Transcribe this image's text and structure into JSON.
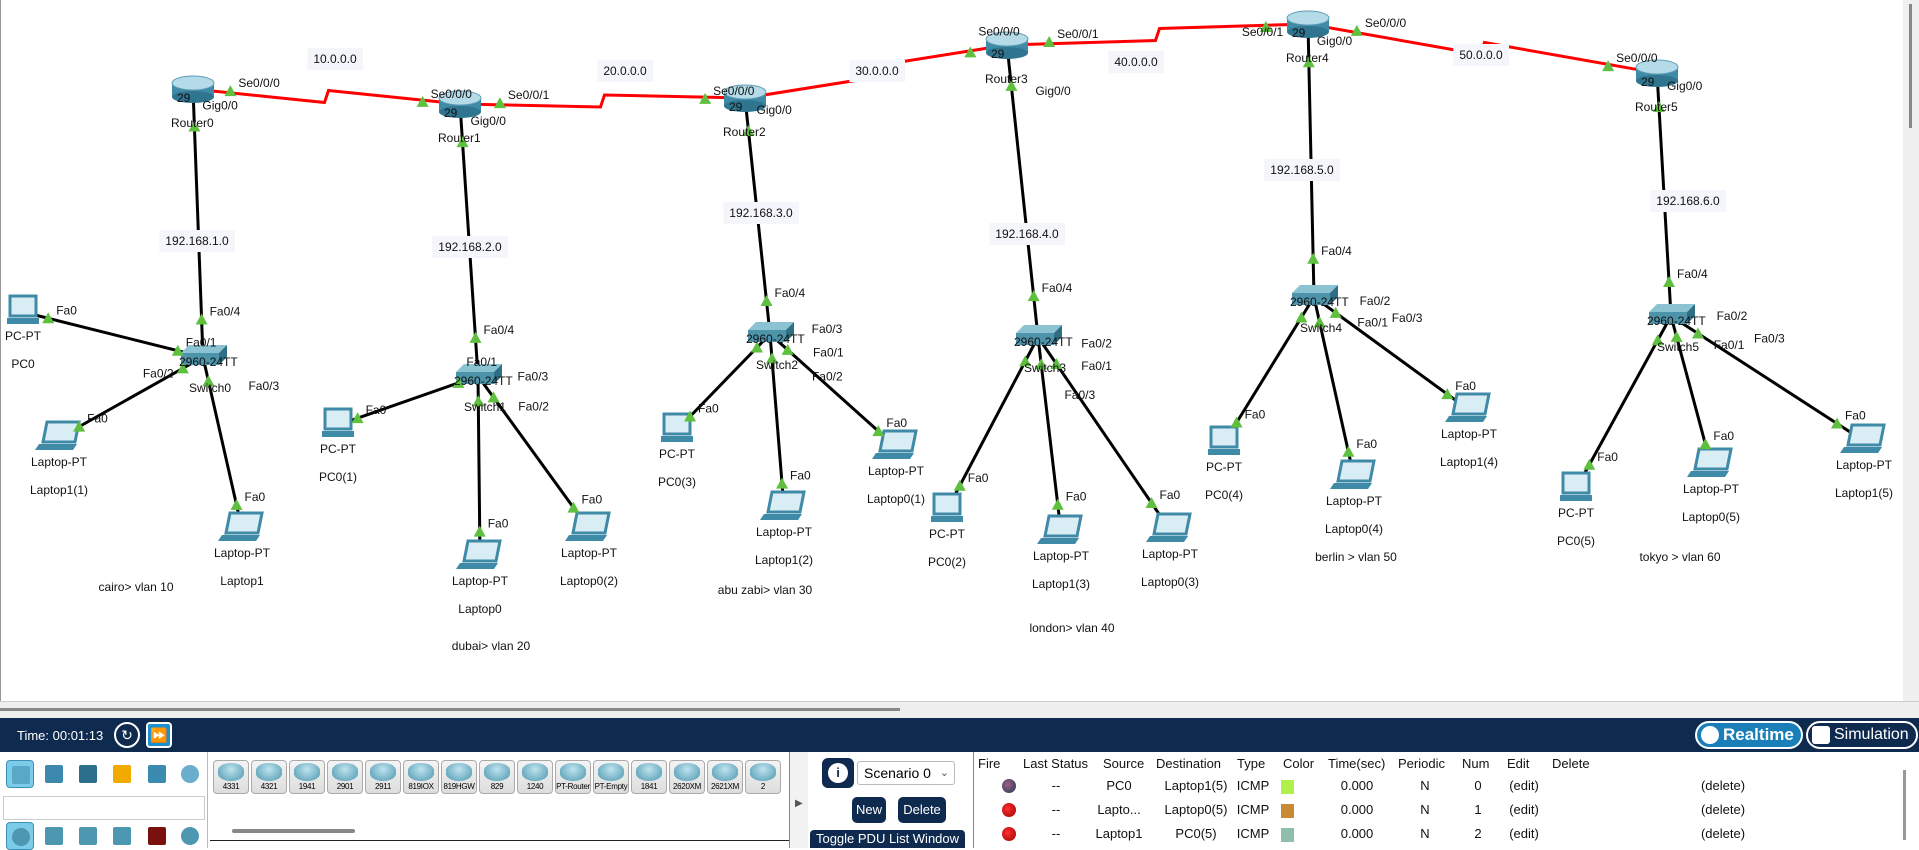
{
  "topology": {
    "devices": [
      {
        "id": "router0",
        "type": "router",
        "model": "29",
        "name": "Router0"
      },
      {
        "id": "router1",
        "type": "router",
        "model": "29",
        "name": "Router1"
      },
      {
        "id": "router2",
        "type": "router",
        "model": "29",
        "name": "Router2"
      },
      {
        "id": "router3",
        "type": "router",
        "model": "29",
        "name": "Router3"
      },
      {
        "id": "router4",
        "type": "router",
        "model": "29",
        "name": "Router4"
      },
      {
        "id": "router5",
        "type": "router",
        "model": "29",
        "name": "Router5"
      },
      {
        "id": "switch0",
        "type": "switch",
        "model": "2960-24TT",
        "name": "Switch0"
      },
      {
        "id": "switch1",
        "type": "switch",
        "model": "2960-24TT",
        "name": "Switch1"
      },
      {
        "id": "switch2",
        "type": "switch",
        "model": "2960-24TT",
        "name": "Switch2"
      },
      {
        "id": "switch3",
        "type": "switch",
        "model": "2960-24TT",
        "name": "Switch3"
      },
      {
        "id": "switch4",
        "type": "switch",
        "model": "2960-24TT",
        "name": "Switch4"
      },
      {
        "id": "switch5",
        "type": "switch",
        "model": "2960-24TT",
        "name": "Switch5"
      },
      {
        "id": "pc0",
        "type": "pc",
        "model": "PC-PT",
        "name": "PC0"
      },
      {
        "id": "laptop1_1",
        "type": "laptop",
        "model": "Laptop-PT",
        "name": "Laptop1(1)"
      },
      {
        "id": "laptop1",
        "type": "laptop",
        "model": "Laptop-PT",
        "name": "Laptop1"
      },
      {
        "id": "pc0_1",
        "type": "pc",
        "model": "PC-PT",
        "name": "PC0(1)"
      },
      {
        "id": "laptop0",
        "type": "laptop",
        "model": "Laptop-PT",
        "name": "Laptop0"
      },
      {
        "id": "laptop0_2",
        "type": "laptop",
        "model": "Laptop-PT",
        "name": "Laptop0(2)"
      },
      {
        "id": "pc0_3",
        "type": "pc",
        "model": "PC-PT",
        "name": "PC0(3)"
      },
      {
        "id": "laptop1_2",
        "type": "laptop",
        "model": "Laptop-PT",
        "name": "Laptop1(2)"
      },
      {
        "id": "laptop0_1",
        "type": "laptop",
        "model": "Laptop-PT",
        "name": "Laptop0(1)"
      },
      {
        "id": "pc0_2",
        "type": "pc",
        "model": "PC-PT",
        "name": "PC0(2)"
      },
      {
        "id": "laptop1_3",
        "type": "laptop",
        "model": "Laptop-PT",
        "name": "Laptop1(3)"
      },
      {
        "id": "laptop0_3",
        "type": "laptop",
        "model": "Laptop-PT",
        "name": "Laptop0(3)"
      },
      {
        "id": "pc0_4",
        "type": "pc",
        "model": "PC-PT",
        "name": "PC0(4)"
      },
      {
        "id": "laptop0_4",
        "type": "laptop",
        "model": "Laptop-PT",
        "name": "Laptop0(4)"
      },
      {
        "id": "laptop1_4",
        "type": "laptop",
        "model": "Laptop-PT",
        "name": "Laptop1(4)"
      },
      {
        "id": "pc0_5",
        "type": "pc",
        "model": "PC-PT",
        "name": "PC0(5)"
      },
      {
        "id": "laptop0_5",
        "type": "laptop",
        "model": "Laptop-PT",
        "name": "Laptop0(5)"
      },
      {
        "id": "laptop1_5",
        "type": "laptop",
        "model": "Laptop-PT",
        "name": "Laptop1(5)"
      }
    ],
    "links": [
      {
        "from": "router0",
        "to": "router1",
        "kind": "serial",
        "from_port": "Se0/0/0",
        "to_port": "Se0/0/0",
        "network": "10.0.0.0"
      },
      {
        "from": "router1",
        "to": "router2",
        "kind": "serial",
        "from_port": "Se0/0/1",
        "to_port": "Se0/0/0",
        "network": "20.0.0.0"
      },
      {
        "from": "router2",
        "to": "router3",
        "kind": "serial",
        "from_port": "",
        "to_port": "Se0/0/0",
        "network": "30.0.0.0"
      },
      {
        "from": "router3",
        "to": "router4",
        "kind": "serial",
        "from_port": "Se0/0/1",
        "to_port": "Se0/0/1",
        "network": "40.0.0.0"
      },
      {
        "from": "router4",
        "to": "router5",
        "kind": "serial",
        "from_port": "Se0/0/0",
        "to_port": "Se0/0/0",
        "network": "50.0.0.0"
      },
      {
        "from": "router0",
        "to": "switch0",
        "kind": "ethernet",
        "from_port": "Gig0/0",
        "to_port": "Fa0/4",
        "network": "192.168.1.0"
      },
      {
        "from": "router1",
        "to": "switch1",
        "kind": "ethernet",
        "from_port": "Gig0/0",
        "to_port": "Fa0/4",
        "network": "192.168.2.0"
      },
      {
        "from": "router2",
        "to": "switch2",
        "kind": "ethernet",
        "from_port": "Gig0/0",
        "to_port": "Fa0/4",
        "network": "192.168.3.0"
      },
      {
        "from": "router3",
        "to": "switch3",
        "kind": "ethernet",
        "from_port": "Gig0/0",
        "to_port": "Fa0/4",
        "network": "192.168.4.0"
      },
      {
        "from": "router4",
        "to": "switch4",
        "kind": "ethernet",
        "from_port": "Gig0/0",
        "to_port": "Fa0/4",
        "network": "192.168.5.0"
      },
      {
        "from": "router5",
        "to": "switch5",
        "kind": "ethernet",
        "from_port": "Gig0/0",
        "to_port": "Fa0/4",
        "network": "192.168.6.0"
      },
      {
        "from": "switch0",
        "to": "pc0",
        "kind": "ethernet",
        "from_port": "Fa0/1",
        "to_port": "Fa0"
      },
      {
        "from": "switch0",
        "to": "laptop1_1",
        "kind": "ethernet",
        "from_port": "Fa0/2",
        "to_port": "Fa0"
      },
      {
        "from": "switch0",
        "to": "laptop1",
        "kind": "ethernet",
        "from_port": "Fa0/3",
        "to_port": "Fa0"
      },
      {
        "from": "switch1",
        "to": "pc0_1",
        "kind": "ethernet",
        "from_port": "Fa0/1",
        "to_port": "Fa0"
      },
      {
        "from": "switch1",
        "to": "laptop0",
        "kind": "ethernet",
        "from_port": "Fa0/2",
        "to_port": "Fa0"
      },
      {
        "from": "switch1",
        "to": "laptop0_2",
        "kind": "ethernet",
        "from_port": "Fa0/3",
        "to_port": "Fa0"
      },
      {
        "from": "switch2",
        "to": "pc0_3",
        "kind": "ethernet",
        "from_port": "Fa0/1",
        "to_port": "Fa0"
      },
      {
        "from": "switch2",
        "to": "laptop1_2",
        "kind": "ethernet",
        "from_port": "Fa0/2",
        "to_port": "Fa0"
      },
      {
        "from": "switch2",
        "to": "laptop0_1",
        "kind": "ethernet",
        "from_port": "Fa0/3",
        "to_port": "Fa0"
      },
      {
        "from": "switch3",
        "to": "pc0_2",
        "kind": "ethernet",
        "from_port": "Fa0/1",
        "to_port": "Fa0"
      },
      {
        "from": "switch3",
        "to": "laptop1_3",
        "kind": "ethernet",
        "from_port": "Fa0/2",
        "to_port": "Fa0"
      },
      {
        "from": "switch3",
        "to": "laptop0_3",
        "kind": "ethernet",
        "from_port": "Fa0/3",
        "to_port": "Fa0"
      },
      {
        "from": "switch4",
        "to": "pc0_4",
        "kind": "ethernet",
        "from_port": "Fa0/1",
        "to_port": "Fa0"
      },
      {
        "from": "switch4",
        "to": "laptop0_4",
        "kind": "ethernet",
        "from_port": "Fa0/2",
        "to_port": "Fa0"
      },
      {
        "from": "switch4",
        "to": "laptop1_4",
        "kind": "ethernet",
        "from_port": "Fa0/3",
        "to_port": "Fa0"
      },
      {
        "from": "switch5",
        "to": "pc0_5",
        "kind": "ethernet",
        "from_port": "Fa0/1",
        "to_port": "Fa0"
      },
      {
        "from": "switch5",
        "to": "laptop0_5",
        "kind": "ethernet",
        "from_port": "Fa0/2",
        "to_port": "Fa0"
      },
      {
        "from": "switch5",
        "to": "laptop1_5",
        "kind": "ethernet",
        "from_port": "Fa0/3",
        "to_port": "Fa0"
      }
    ],
    "vlan_labels": [
      "cairo> vlan 10",
      "dubai> vlan 20",
      "abu zabi> vlan 30",
      "london> vlan 40",
      "berlin > vlan 50",
      "tokyo > vlan 60"
    ],
    "colors": {
      "serial": "#ff0000",
      "ethernet": "#000000",
      "port_up": "#5fbf3f"
    }
  },
  "toolbar": {
    "time_label": "Time: 00:01:13",
    "power_cycle_icon": "power-cycle-icon",
    "fast_forward_icon": "fast-forward-icon",
    "realtime_label": "Realtime",
    "simulation_label": "Simulation",
    "active_mode": "Realtime"
  },
  "device_palette": {
    "categories": [
      "network-devices",
      "end-devices",
      "components",
      "connections",
      "miscellaneous",
      "multiuser"
    ],
    "subcategories": [
      "routers",
      "switches",
      "hubs",
      "wireless",
      "security",
      "wan-emulation"
    ],
    "models": [
      "4331",
      "4321",
      "1941",
      "2901",
      "2911",
      "819IOX",
      "819HGW",
      "829",
      "1240",
      "PT-Router",
      "PT-Empty",
      "1841",
      "2620XM",
      "2621XM",
      "2"
    ]
  },
  "scenario": {
    "selected": "Scenario 0",
    "new_label": "New",
    "delete_label": "Delete",
    "toggle_label": "Toggle PDU List Window"
  },
  "pdu_table": {
    "headers": [
      "Fire",
      "Last Status",
      "Source",
      "Destination",
      "Type",
      "Color",
      "Time(sec)",
      "Periodic",
      "Num",
      "Edit",
      "Delete"
    ],
    "rows": [
      {
        "last_status": "--",
        "source": "PC0",
        "destination": "Laptop1(5)",
        "type": "ICMP",
        "color": "#b0f048",
        "time": "0.000",
        "periodic": "N",
        "num": "0",
        "edit": "(edit)",
        "delete": "(delete)"
      },
      {
        "last_status": "--",
        "source": "Lapto...",
        "destination": "Laptop0(5)",
        "type": "ICMP",
        "color": "#c98a33",
        "time": "0.000",
        "periodic": "N",
        "num": "1",
        "edit": "(edit)",
        "delete": "(delete)"
      },
      {
        "last_status": "--",
        "source": "Laptop1",
        "destination": "PC0(5)",
        "type": "ICMP",
        "color": "#8fbfaa",
        "time": "0.000",
        "periodic": "N",
        "num": "2",
        "edit": "(edit)",
        "delete": "(delete)"
      }
    ]
  }
}
